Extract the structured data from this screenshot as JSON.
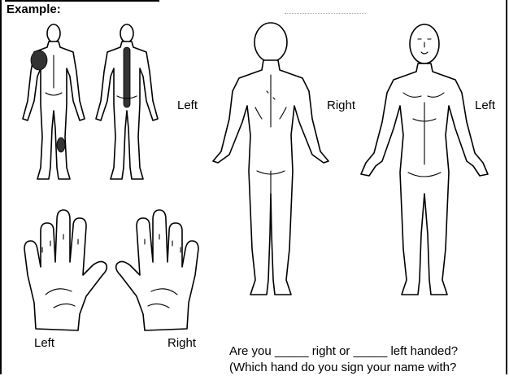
{
  "example_heading": "Example:",
  "body_labels": {
    "example_left": "Left",
    "back_right": "Right",
    "front_left": "Left"
  },
  "hand_labels": {
    "left": "Left",
    "right": "Right"
  },
  "question": {
    "line1": "Are you _____ right or _____ left handed?",
    "line2": "(Which hand do you sign your name with?"
  }
}
